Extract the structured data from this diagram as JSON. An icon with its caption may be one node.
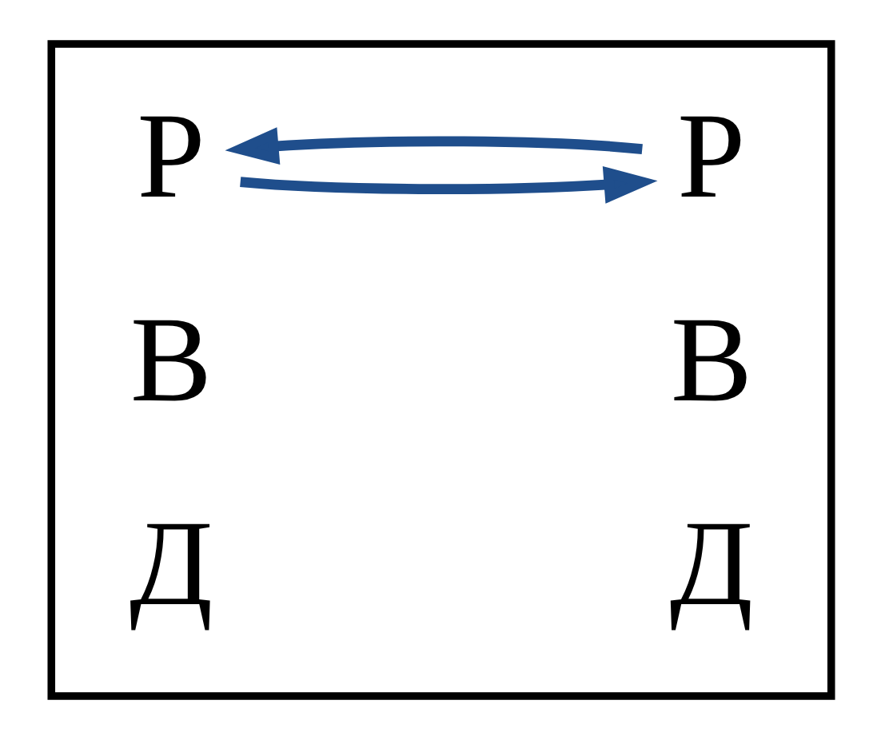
{
  "diagram": {
    "nodes": [
      {
        "text": [],
        "shape": "box"
      },
      {
        "text": [
          "Р"
        ],
        "in": 0
      },
      {
        "text": [
          "В"
        ],
        "in": 0
      },
      {
        "text": [
          "Д"
        ],
        "in": 0
      },
      {
        "text": [
          "Р"
        ],
        "in": 0
      },
      {
        "text": [
          "В"
        ],
        "in": 0
      },
      {
        "text": [
          "Д"
        ],
        "in": 0
      }
    ],
    "edges": [
      {
        "from": 1,
        "to": 4,
        "arrow": "to"
      },
      {
        "from": 4,
        "to": 1,
        "arrow": "to"
      }
    ]
  }
}
